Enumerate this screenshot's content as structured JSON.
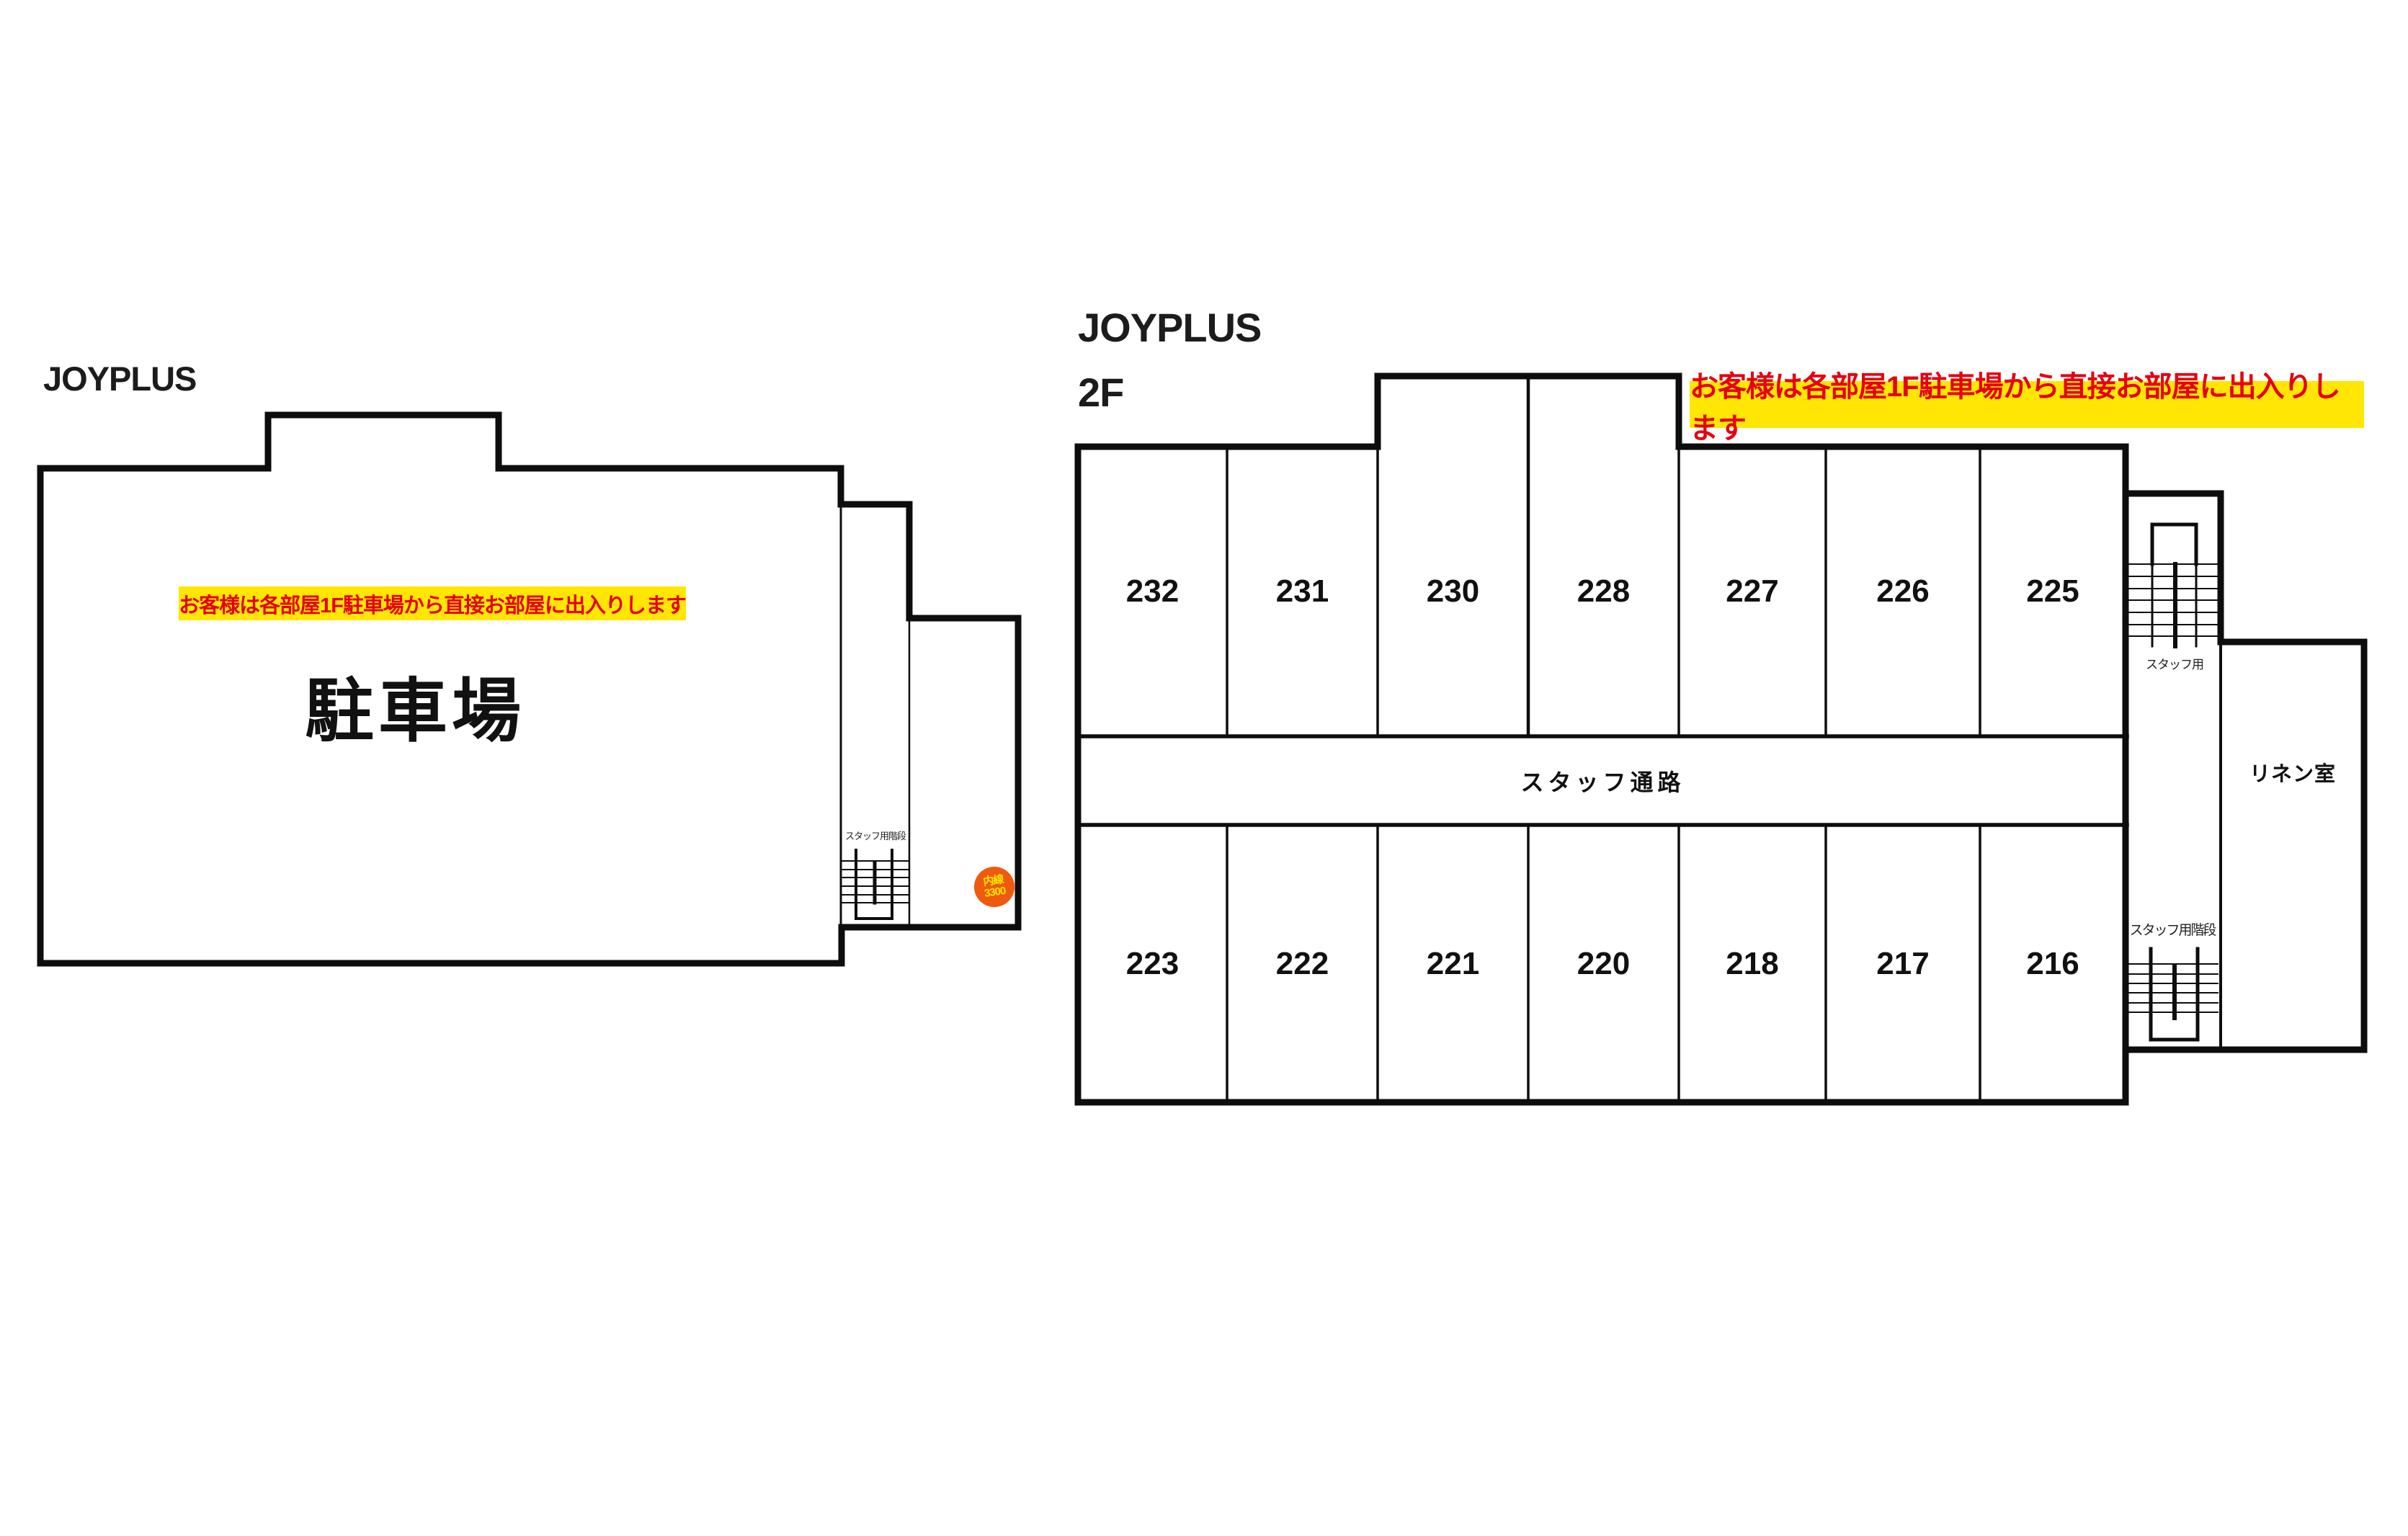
{
  "left_building": {
    "title": "JOYPLUS",
    "banner": "お客様は各部屋1F駐車場から直接お部屋に出入りします",
    "area_label": "駐車場",
    "stair_label": "スタッフ用階段",
    "extension_badge": {
      "line1": "内線",
      "line2": "3300"
    }
  },
  "right_building": {
    "title": "JOYPLUS",
    "floor": "2F",
    "banner": "お客様は各部屋1F駐車場から直接お部屋に出入りします",
    "corridor_label": "スタッフ通路",
    "linen_room_label": "リネン室",
    "staff_stair_top_label": "スタッフ用",
    "staff_stair_bottom_label": "スタッフ用階段",
    "rooms_top": [
      "232",
      "231",
      "230",
      "228",
      "227",
      "226",
      "225"
    ],
    "rooms_bottom": [
      "223",
      "222",
      "221",
      "220",
      "218",
      "217",
      "216"
    ]
  },
  "colors": {
    "background": "#FFFFFF",
    "line": "#0D0D0D",
    "banner_bg": "#FFE604",
    "banner_text": "#E60012",
    "badge_bg": "#EF5A0F",
    "badge_text": "#FFE600",
    "text": "#111111"
  }
}
